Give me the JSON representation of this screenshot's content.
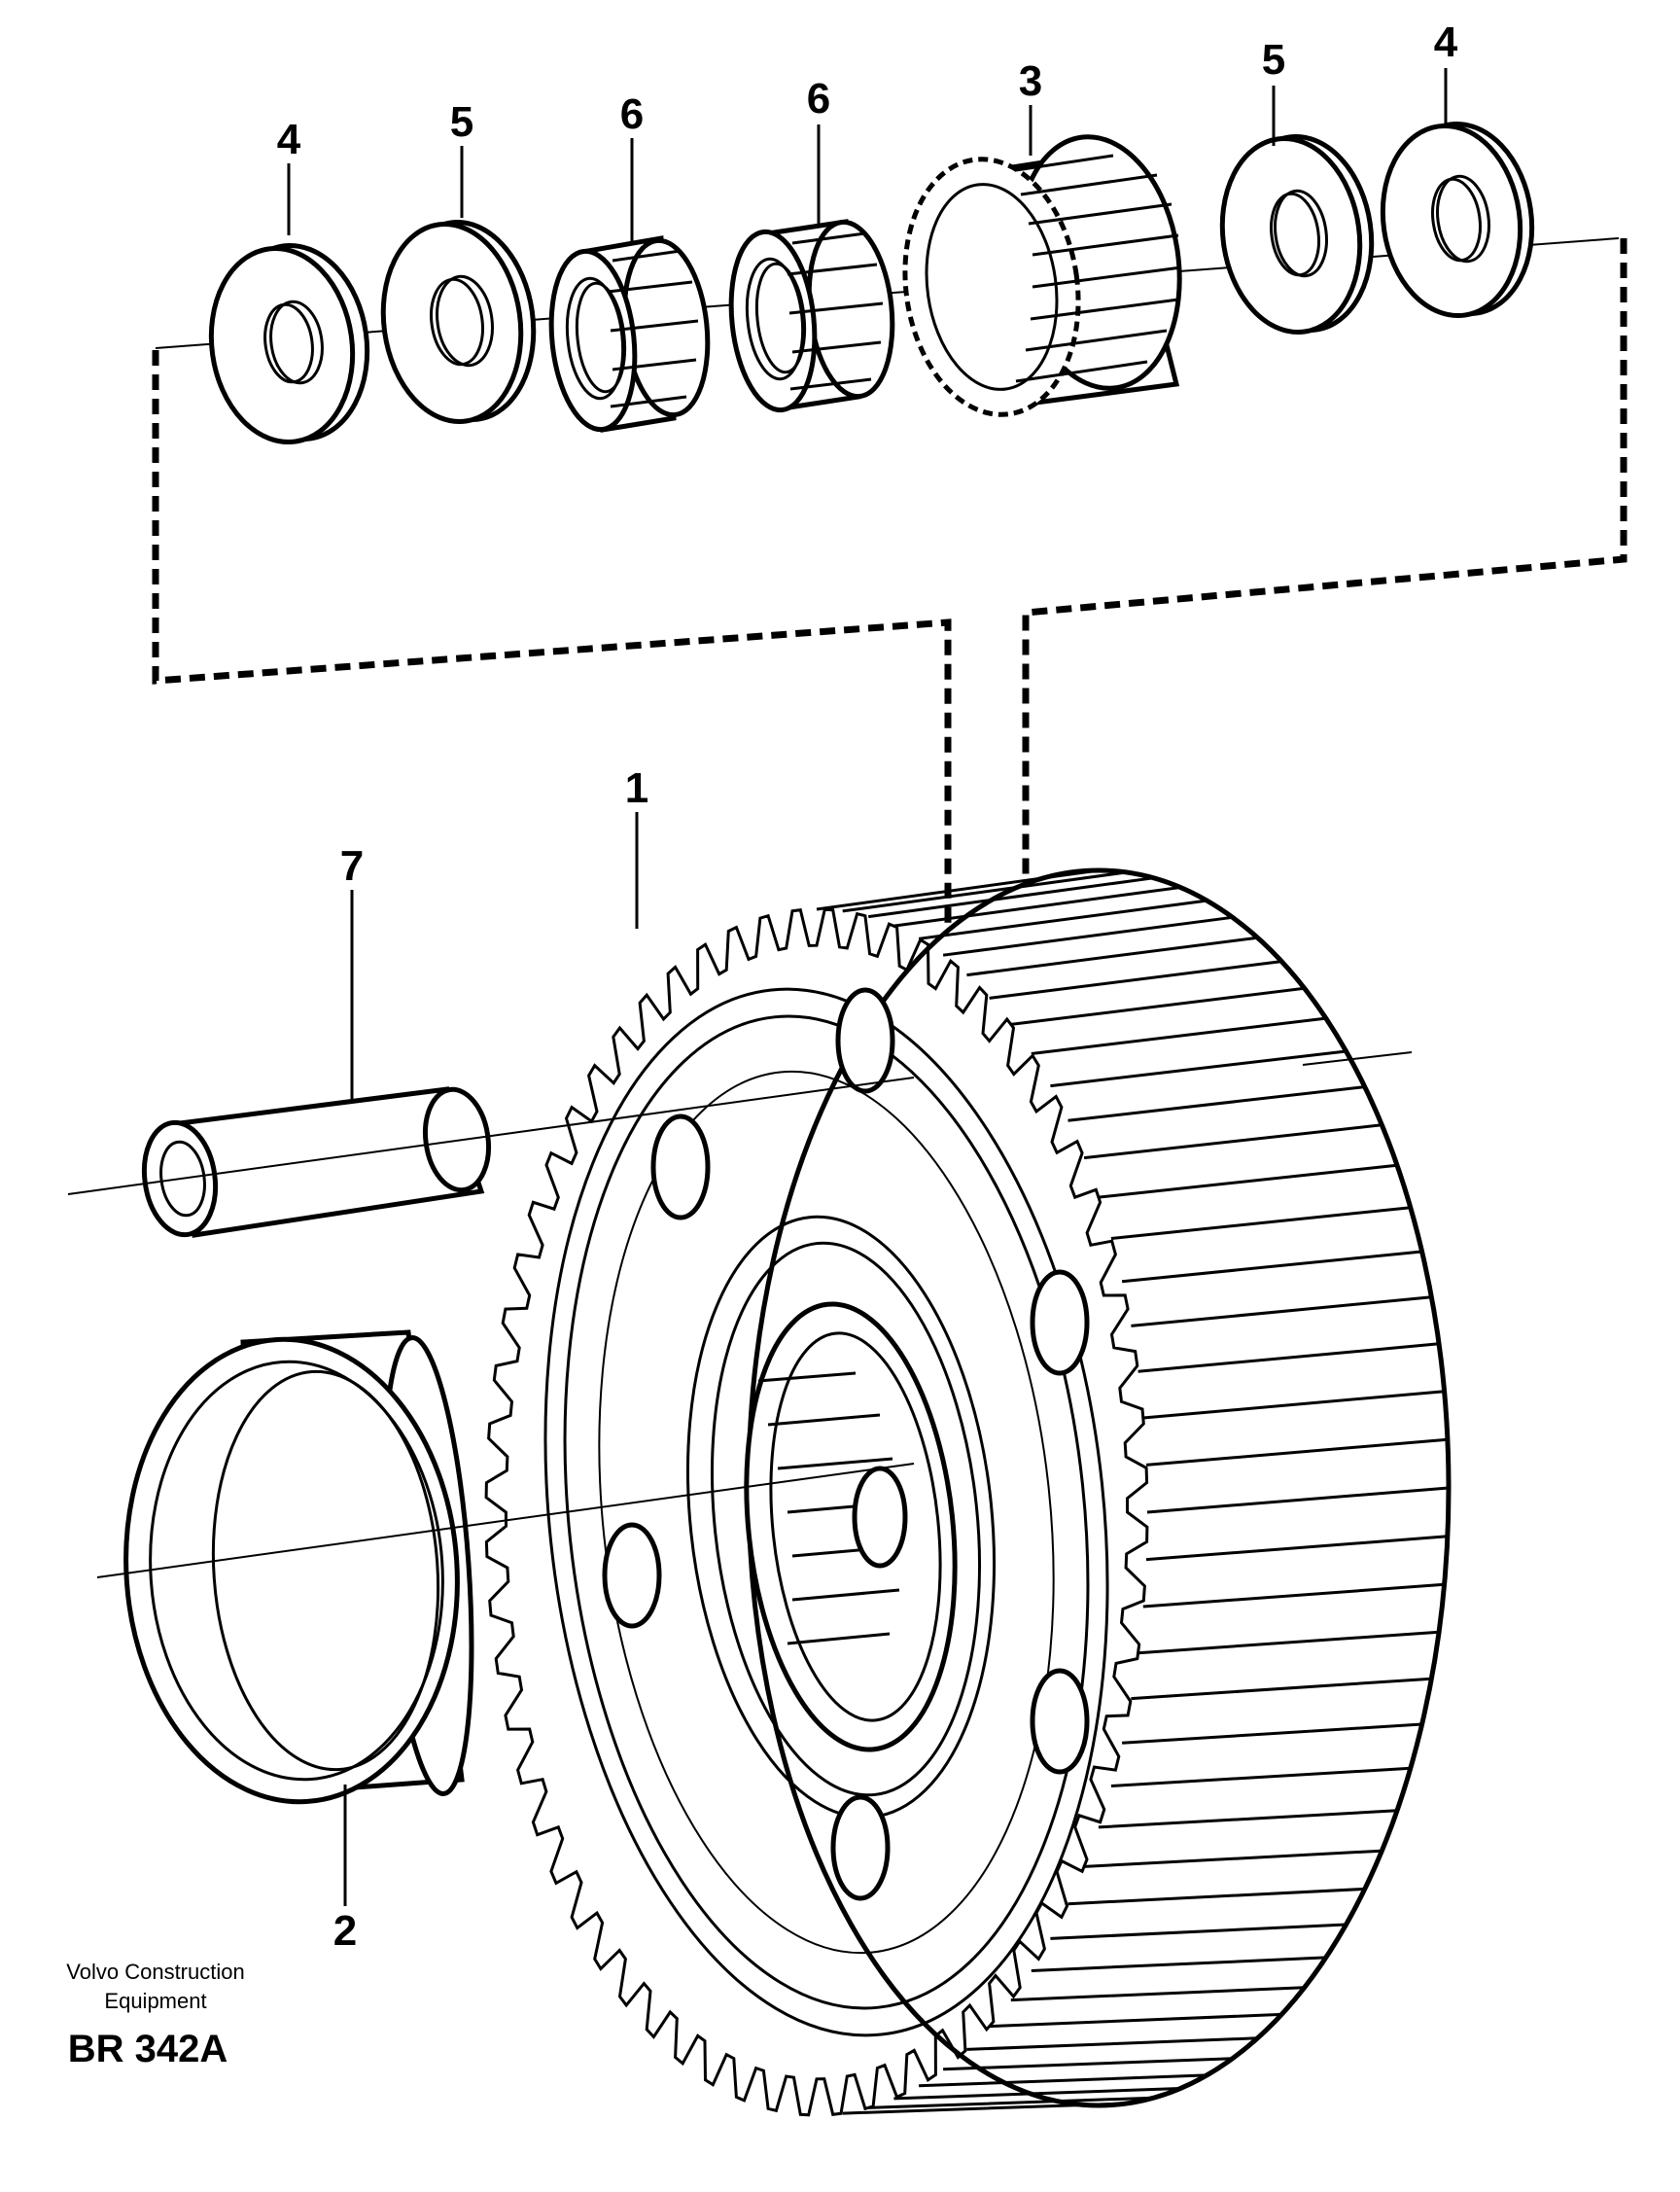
{
  "diagram": {
    "callouts": {
      "part_1": "1",
      "part_2": "2",
      "part_3": "3",
      "part_4_left": "4",
      "part_4_right": "4",
      "part_5_left": "5",
      "part_5_right": "5",
      "part_6_left": "6",
      "part_6_right": "6",
      "part_7": "7"
    },
    "publisher_line1": "Volvo Construction",
    "publisher_line2": "Equipment",
    "figure_code": "BR 342A"
  }
}
